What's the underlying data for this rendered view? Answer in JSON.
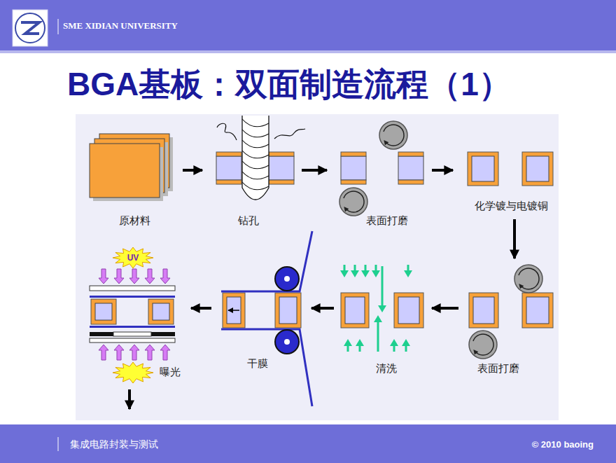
{
  "diagram": {
    "title": "BGA基板：双面制造流程（1）",
    "nodes": [
      {
        "text": [
          "原材料"
        ]
      },
      {
        "text": [
          "钻孔"
        ]
      },
      {
        "text": [
          "表面打磨"
        ]
      },
      {
        "text": [
          "化学镀与电镀铜"
        ]
      },
      {
        "text": [
          "表面打磨"
        ]
      },
      {
        "text": [
          "清洗"
        ]
      },
      {
        "text": [
          "干膜"
        ]
      },
      {
        "text": [
          "曝光"
        ]
      }
    ],
    "edges": [
      {
        "from": 0,
        "to": 1,
        "arrow": "to"
      },
      {
        "from": 1,
        "to": 2,
        "arrow": "to"
      },
      {
        "from": 2,
        "to": 3,
        "arrow": "to"
      },
      {
        "from": 3,
        "to": 4,
        "arrow": "to"
      },
      {
        "from": 4,
        "to": 5,
        "arrow": "to"
      },
      {
        "from": 5,
        "to": 6,
        "arrow": "to"
      },
      {
        "from": 6,
        "to": 7,
        "arrow": "to"
      }
    ],
    "labels": [
      "SME XIDIAN UNIVERSITY",
      "UV",
      "集成电路封装与测试",
      "© 2010 baoing"
    ]
  }
}
